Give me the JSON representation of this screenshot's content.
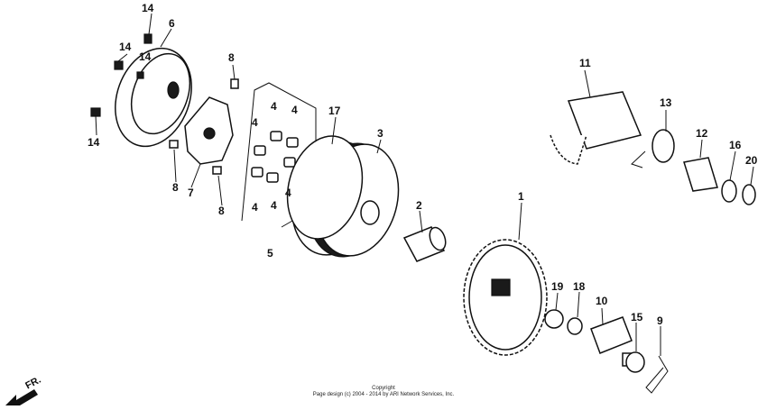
{
  "callouts": {
    "c1": "1",
    "c2": "2",
    "c3": "3",
    "c4a": "4",
    "c4b": "4",
    "c4c": "4",
    "c4d": "4",
    "c4e": "4",
    "c4f": "4",
    "c5": "5",
    "c6": "6",
    "c7": "7",
    "c8a": "8",
    "c8b": "8",
    "c8c": "8",
    "c9": "9",
    "c10": "10",
    "c11": "11",
    "c12": "12",
    "c13": "13",
    "c14a": "14",
    "c14b": "14",
    "c14c": "14",
    "c14d": "14",
    "c15": "15",
    "c16": "16",
    "c17": "17",
    "c18": "18",
    "c19": "19",
    "c20": "20"
  },
  "direction": {
    "label": "FR."
  },
  "footer": {
    "line1": "Copyright",
    "line2": "Page design (c) 2004 - 2014 by ARI Network Services, Inc."
  }
}
